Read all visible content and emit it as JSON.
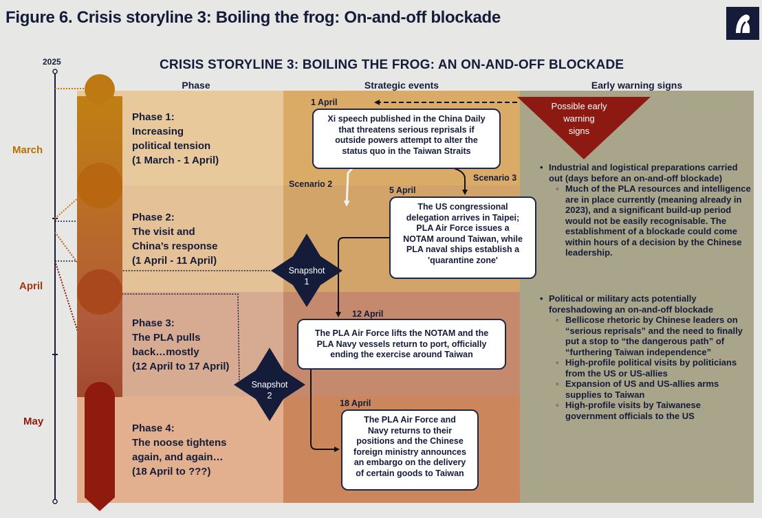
{
  "figure_title": "Figure 6. Crisis storyline 3: Boiling the frog: On-and-off blockade",
  "logo_icon": "institute-logo-icon",
  "main_title": "CRISIS STORYLINE 3: BOILING THE FROG: AN ON-AND-OFF BLOCKADE",
  "columns": {
    "phase": "Phase",
    "events": "Strategic events",
    "warnings": "Early warning signs"
  },
  "timeline": {
    "year": "2025",
    "months": [
      "March",
      "April",
      "May"
    ]
  },
  "colors": {
    "march": "#b76f00",
    "april": "#a53410",
    "may": "#8d1a0c",
    "navy": "#141c3a",
    "warning_red": "#8d1a12",
    "warning_panel": "#a9a58b"
  },
  "phases": [
    {
      "text": "Phase 1:\nIncreasing\npolitical tension\n(1 March - 1 April)"
    },
    {
      "text": "Phase 2:\nThe visit and\nChina’s response\n(1 April - 11 April)"
    },
    {
      "text": "Phase 3:\nThe PLA pulls\nback…mostly\n(12 April to 17 April)"
    },
    {
      "text": "Phase 4:\nThe noose tightens\nagain, and again…\n(18 April to ???)"
    }
  ],
  "events": [
    {
      "date": "1 April",
      "text": "Xi speech published in the China Daily\nthat threatens serious reprisals if\noutside powers attempt to alter the\nstatus quo in the Taiwan Straits"
    },
    {
      "date": "5 April",
      "text": "The US congressional\ndelegation arrives in Taipei;\nPLA Air Force issues a\nNOTAM around Taiwan, while\nPLA naval ships establish a\n'quarantine zone'"
    },
    {
      "date": "12 April",
      "text": "The PLA Air Force lifts the NOTAM and the\nPLA Navy vessels return to port, officially\nending the exercise around Taiwan"
    },
    {
      "date": "18 April",
      "text": "The PLA Air Force and\nNavy returns to their\npositions and the Chinese\nforeign ministry announces\nan embargo on the delivery\nof certain goods to Taiwan"
    }
  ],
  "scenarios": [
    "Scenario 2",
    "Scenario 3"
  ],
  "snapshots": [
    "Snapshot\n1",
    "Snapshot\n2"
  ],
  "warning_triangle": "Possible early\nwarning\nsigns",
  "warning_groups": [
    {
      "heading": "Industrial and logistical preparations carried out (days before an on-and-off blockade)",
      "items": [
        "Much of the PLA resources and intelligence are in place currently (meaning already in 2023), and a significant build-up period would not be easily recognisable. The establishment of a blockade could come within hours of a decision by the Chinese leadership."
      ]
    },
    {
      "heading": "Political or military acts potentially foreshadowing an on-and-off blockade",
      "items": [
        "Bellicose rhetoric by Chinese leaders on “serious reprisals” and the need to finally put a stop to “the dangerous path” of “furthering Taiwan independence”",
        "High-profile political visits by politicians from the US or US-allies",
        "Expansion of US and US-allies arms supplies to Taiwan",
        "High-profile visits by Taiwanese government officials to the US"
      ]
    }
  ]
}
